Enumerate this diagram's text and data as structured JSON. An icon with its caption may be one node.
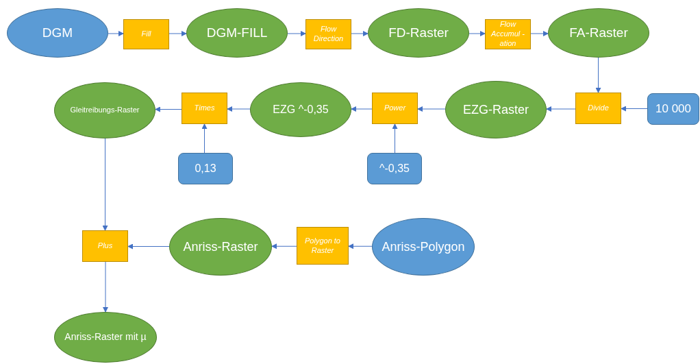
{
  "diagram": {
    "nodes": [
      {
        "text": [
          "DGM"
        ]
      },
      {
        "text": [
          "Fill"
        ]
      },
      {
        "text": [
          "DGM-FILL"
        ]
      },
      {
        "text": [
          "Flow Direction"
        ]
      },
      {
        "text": [
          "FD-Raster"
        ]
      },
      {
        "text": [
          "Flow Accumul -ation"
        ]
      },
      {
        "text": [
          "FA-Raster"
        ]
      },
      {
        "text": [
          "Gleitreibungs-Raster"
        ]
      },
      {
        "text": [
          "Times"
        ]
      },
      {
        "text": [
          "EZG ^-0,35"
        ]
      },
      {
        "text": [
          "Power"
        ]
      },
      {
        "text": [
          "EZG-Raster"
        ]
      },
      {
        "text": [
          "Divide"
        ]
      },
      {
        "text": [
          "10 000"
        ]
      },
      {
        "text": [
          "0,13"
        ]
      },
      {
        "text": [
          "^-0,35"
        ]
      },
      {
        "text": [
          "Plus"
        ]
      },
      {
        "text": [
          "Anriss-Raster"
        ]
      },
      {
        "text": [
          "Polygon to Raster"
        ]
      },
      {
        "text": [
          "Anriss-Polygon"
        ]
      },
      {
        "text": [
          "Anriss-Raster mit µ"
        ]
      }
    ],
    "edges": [
      {
        "from": 0,
        "to": 1,
        "arrow": "to"
      },
      {
        "from": 1,
        "to": 2,
        "arrow": "to"
      },
      {
        "from": 2,
        "to": 3,
        "arrow": "to"
      },
      {
        "from": 3,
        "to": 4,
        "arrow": "to"
      },
      {
        "from": 4,
        "to": 5,
        "arrow": "to"
      },
      {
        "from": 5,
        "to": 6,
        "arrow": "to"
      },
      {
        "from": 6,
        "to": 12,
        "arrow": "to"
      },
      {
        "from": 13,
        "to": 12,
        "arrow": "to"
      },
      {
        "from": 12,
        "to": 11,
        "arrow": "to"
      },
      {
        "from": 11,
        "to": 10,
        "arrow": "to"
      },
      {
        "from": 15,
        "to": 10,
        "arrow": "to"
      },
      {
        "from": 10,
        "to": 9,
        "arrow": "to"
      },
      {
        "from": 9,
        "to": 8,
        "arrow": "to"
      },
      {
        "from": 14,
        "to": 8,
        "arrow": "to"
      },
      {
        "from": 8,
        "to": 7,
        "arrow": "to"
      },
      {
        "from": 7,
        "to": 16,
        "arrow": "to"
      },
      {
        "from": 19,
        "to": 18,
        "arrow": "to"
      },
      {
        "from": 18,
        "to": 17,
        "arrow": "to"
      },
      {
        "from": 17,
        "to": 16,
        "arrow": "to"
      },
      {
        "from": 16,
        "to": 20,
        "arrow": "to"
      }
    ]
  }
}
